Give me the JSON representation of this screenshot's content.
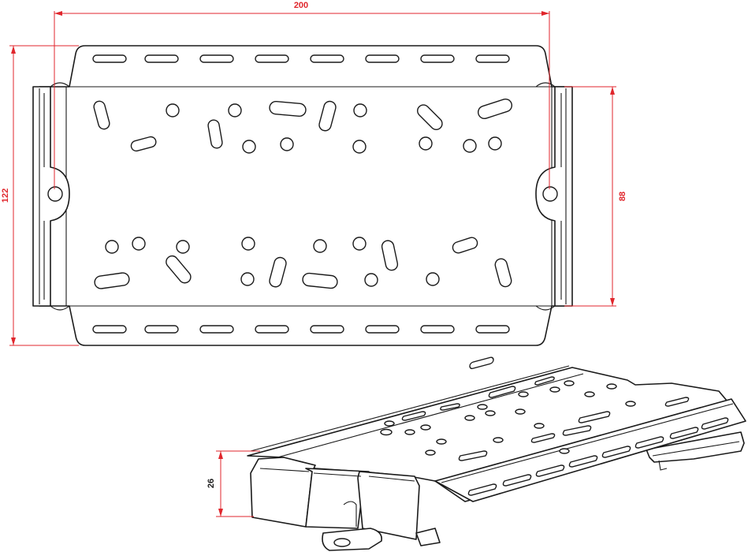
{
  "dimensions": {
    "width_label": "200",
    "height_label": "122",
    "inner_height_label": "88",
    "side_height_label": "26"
  },
  "colors": {
    "dimension": "#e0262c",
    "outline": "#1a1a1a",
    "background": "#ffffff"
  }
}
